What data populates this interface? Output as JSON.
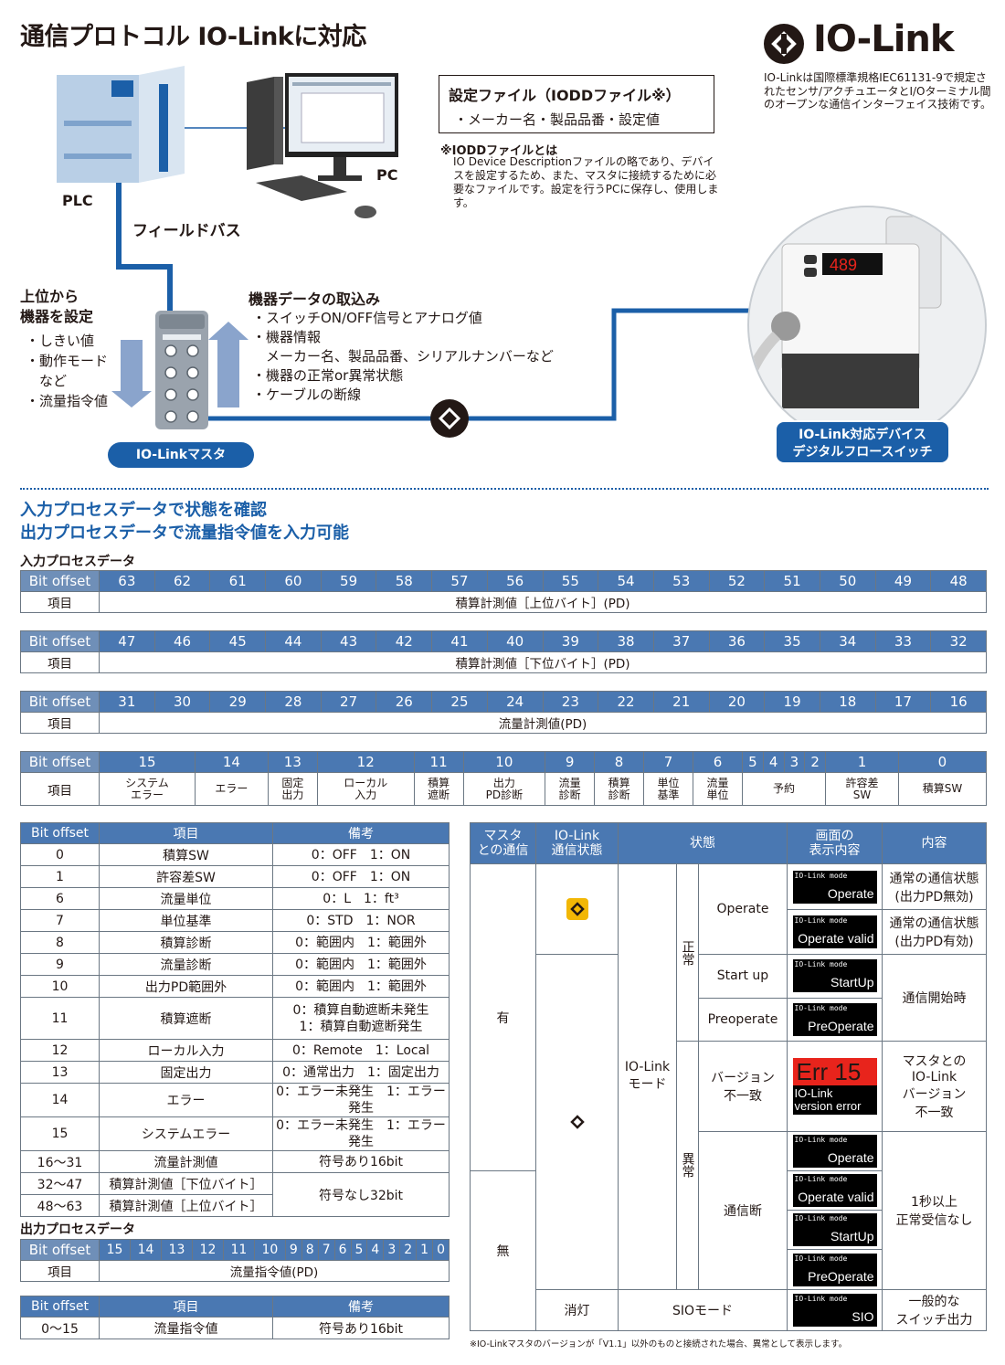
{
  "title": "通信プロトコル IO-Linkに対応",
  "logo": {
    "text": "IO-Link",
    "description": "IO-Linkは国際標準規格IEC61131-9で規定されたセンサ/アクチュエータとI/Oターミナル間のオープンな通信インターフェイス技術です。"
  },
  "diagram": {
    "plc_label": "PLC",
    "pc_label": "PC",
    "fieldbus_label": "フィールドバス",
    "iodd_box": {
      "title": "設定ファイル（IODDファイル※）",
      "subtitle": "・メーカー名・製品品番・設定値"
    },
    "iodd_note": {
      "title": "※IODDファイルとは",
      "body": "IO Device Descriptionファイルの略であり、デバイスを設定するため、また、マスタに接続するために必要なファイルです。設定を行うPCに保存し、使用します。"
    },
    "upper_title_1": "上位から",
    "upper_title_2": "機器を設定",
    "upper_items": [
      "・しきい値",
      "・動作モード",
      "　など",
      "・流量指令値"
    ],
    "data_title": "機器データの取込み",
    "data_items": [
      "・スイッチON/OFF信号とアナログ値",
      "・機器情報",
      "　メーカー名、製品品番、シリアルナンバーなど",
      "・機器の正常or異常状態",
      "・ケーブルの断線"
    ],
    "master_label": "IO-Linkマスタ",
    "device_label_1": "IO-Link対応デバイス",
    "device_label_2": "デジタルフロースイッチ",
    "display_value": "489"
  },
  "section_title_1": "入力プロセスデータで状態を確認",
  "section_title_2": "出力プロセスデータで流量指令値を入力可能",
  "input_label": "入力プロセスデータ",
  "bit_header": "Bit offset",
  "item_header": "項目",
  "input_rows": [
    {
      "bits": [
        "63",
        "62",
        "61",
        "60",
        "59",
        "58",
        "57",
        "56",
        "55",
        "54",
        "53",
        "52",
        "51",
        "50",
        "49",
        "48"
      ],
      "item": "積算計測値［上位バイト］(PD)"
    },
    {
      "bits": [
        "47",
        "46",
        "45",
        "44",
        "43",
        "42",
        "41",
        "40",
        "39",
        "38",
        "37",
        "36",
        "35",
        "34",
        "33",
        "32"
      ],
      "item": "積算計測値［下位バイト］(PD)"
    },
    {
      "bits": [
        "31",
        "30",
        "29",
        "28",
        "27",
        "26",
        "25",
        "24",
        "23",
        "22",
        "21",
        "20",
        "19",
        "18",
        "17",
        "16"
      ],
      "item": "流量計測値(PD)"
    }
  ],
  "last_row": {
    "bits": [
      "15",
      "14",
      "13",
      "12",
      "11",
      "10",
      "9",
      "8",
      "7",
      "6",
      "5",
      "4",
      "3",
      "2",
      "1",
      "0"
    ],
    "items": [
      "システム\nエラー",
      "エラー",
      "固定\n出力",
      "ローカル\n入力",
      "積算\n遮断",
      "出力\nPD診断",
      "流量\n診断",
      "積算\n診断",
      "単位\n基準",
      "流量\n単位",
      "予約",
      "許容差\nSW",
      "積算SW"
    ]
  },
  "detail_table": {
    "headers": [
      "Bit offset",
      "項目",
      "備考"
    ],
    "rows": [
      [
        "0",
        "積算SW",
        "0：OFF　1：ON"
      ],
      [
        "1",
        "許容差SW",
        "0：OFF　1：ON"
      ],
      [
        "6",
        "流量単位",
        "0：L　1：ft³"
      ],
      [
        "7",
        "単位基準",
        "0：STD　1：NOR"
      ],
      [
        "8",
        "積算診断",
        "0：範囲内　1：範囲外"
      ],
      [
        "9",
        "流量診断",
        "0：範囲内　1：範囲外"
      ],
      [
        "10",
        "出力PD範囲外",
        "0：範囲内　1：範囲外"
      ],
      [
        "11",
        "積算遮断",
        "0：積算自動遮断未発生\n1：積算自動遮断発生"
      ],
      [
        "12",
        "ローカル入力",
        "0：Remote　1：Local"
      ],
      [
        "13",
        "固定出力",
        "0：通常出力　1：固定出力"
      ],
      [
        "14",
        "エラー",
        "0：エラー未発生　1：エラー発生"
      ],
      [
        "15",
        "システムエラー",
        "0：エラー未発生　1：エラー発生"
      ],
      [
        "16～31",
        "流量計測値",
        "符号あり16bit"
      ],
      [
        "32～47",
        "積算計測値［下位バイト］",
        "符号なし32bit"
      ],
      [
        "48～63",
        "積算計測値［上位バイト］",
        ""
      ]
    ]
  },
  "output_label": "出力プロセスデータ",
  "output_row": {
    "bits": [
      "15",
      "14",
      "13",
      "12",
      "11",
      "10",
      "9",
      "8",
      "7",
      "6",
      "5",
      "4",
      "3",
      "2",
      "1",
      "0"
    ],
    "item": "流量指令値(PD)"
  },
  "output_detail": {
    "headers": [
      "Bit offset",
      "項目",
      "備考"
    ],
    "row": [
      "0～15",
      "流量指令値",
      "符号あり16bit"
    ]
  },
  "status_table": {
    "headers": [
      "マスタ\nとの通信",
      "IO-Link\n通信状態",
      "状態",
      "画面の\n表示内容",
      "内容"
    ],
    "comm_yes": "有",
    "comm_no": "無",
    "mode": "IO-Link\nモード",
    "normal": "正常",
    "abnormal": "異常",
    "states": {
      "operate": "Operate",
      "startup": "Start up",
      "preoperate": "Preoperate",
      "version": "バージョン\n不一致",
      "disconnect": "通信断",
      "off": "消灯",
      "sio": "SIOモード"
    },
    "lcd_mode": "IO-Link mode",
    "lcd": {
      "operate": "Operate",
      "operate_valid": "Operate valid",
      "startup": "StartUp",
      "preoperate": "PreOperate",
      "err_code": "Err 15",
      "err_text": "IO-Link\nversion error",
      "sio": "SIO"
    },
    "content": {
      "operate1": "通常の通信状態\n(出力PD無効)",
      "operate2": "通常の通信状態\n(出力PD有効)",
      "start": "通信開始時",
      "version": "マスタとの\nIO-Link\nバージョン\n不一致",
      "disconnect": "1秒以上\n正常受信なし",
      "sio": "一般的な\nスイッチ出力"
    },
    "colors": {
      "status_on": "#f2b705",
      "status_off": "#9aa3ad"
    }
  },
  "footnote": "※IO-Linkマスタのバージョンが「V1.1」以外のものと接続された場合、異常として表示します。"
}
